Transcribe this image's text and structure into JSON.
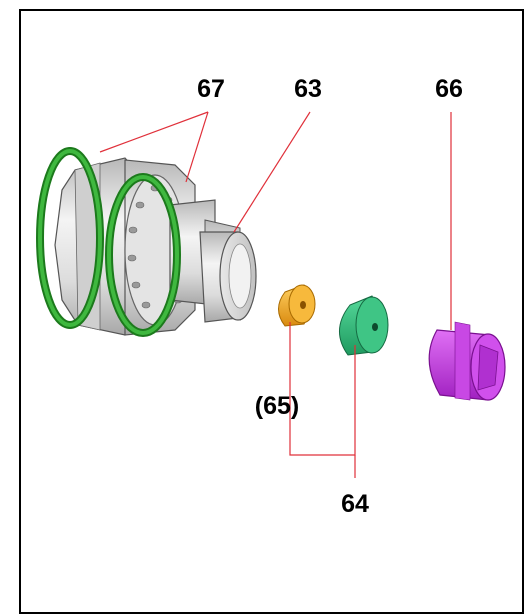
{
  "labels": {
    "o_rings": "67",
    "body": "63",
    "end_cap": "66",
    "insert_small": "(65)",
    "insert_pair": "64"
  },
  "colors": {
    "o_ring": "#2c9b2c",
    "insert_small": "#f0a020",
    "insert_large": "#2fb57a",
    "end_cap": "#c640e0",
    "leader_line": "#e0303a",
    "metal": "#d8d8d8"
  }
}
